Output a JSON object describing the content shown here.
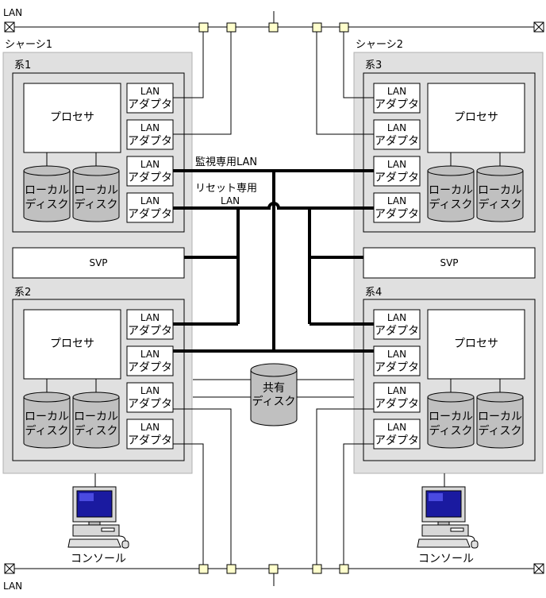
{
  "lan_top_label": "LAN",
  "lan_bottom_label": "LAN",
  "chassis1": {
    "label": "シャーシ1"
  },
  "chassis2": {
    "label": "シャーシ2"
  },
  "systems": {
    "sys1": {
      "label": "系1",
      "processor": "プロセサ"
    },
    "sys2": {
      "label": "系2",
      "processor": "プロセサ"
    },
    "sys3": {
      "label": "系3",
      "processor": "プロセサ"
    },
    "sys4": {
      "label": "系4",
      "processor": "プロセサ"
    }
  },
  "adapter": {
    "line1": "LAN",
    "line2": "アダプタ"
  },
  "disk": {
    "line1": "ローカル",
    "line2": "ディスク"
  },
  "svp_label": "SVP",
  "monitor_lan_label": "監視専用LAN",
  "reset_lan_label": {
    "line1": "リセット専用",
    "line2": "LAN"
  },
  "shared_disk": {
    "line1": "共有",
    "line2": "ディスク"
  },
  "console_label": "コンソール"
}
